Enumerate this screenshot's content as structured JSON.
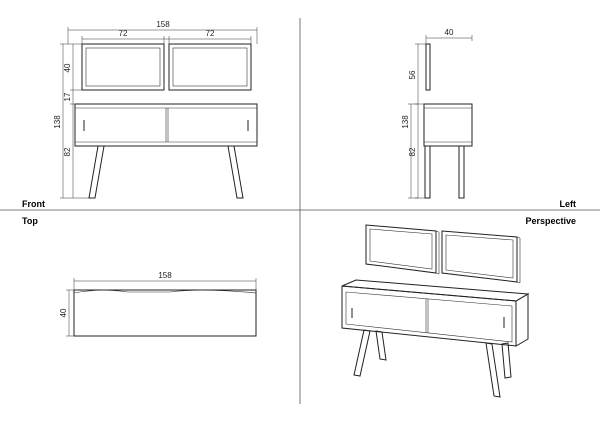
{
  "views": {
    "front": "Front",
    "left": "Left",
    "top": "Top",
    "perspective": "Perspective"
  },
  "front_dims": {
    "overall_width": "158",
    "mirror_width_a": "72",
    "mirror_width_b": "72",
    "mirror_height": "40",
    "gap": "17",
    "total_height": "138",
    "cabinet_height": "82"
  },
  "left_dims": {
    "mirror_depth": "40",
    "mirror_height": "56",
    "total_height": "138",
    "cabinet_height": "82"
  },
  "top_dims": {
    "width": "158",
    "depth": "40"
  }
}
